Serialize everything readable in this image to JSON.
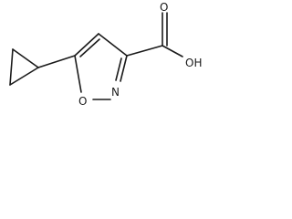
{
  "atoms": {
    "carbonyl_oxygen": "O",
    "hydroxyl": "OH",
    "ring_nitrogen": "N",
    "ring_oxygen": "O"
  }
}
